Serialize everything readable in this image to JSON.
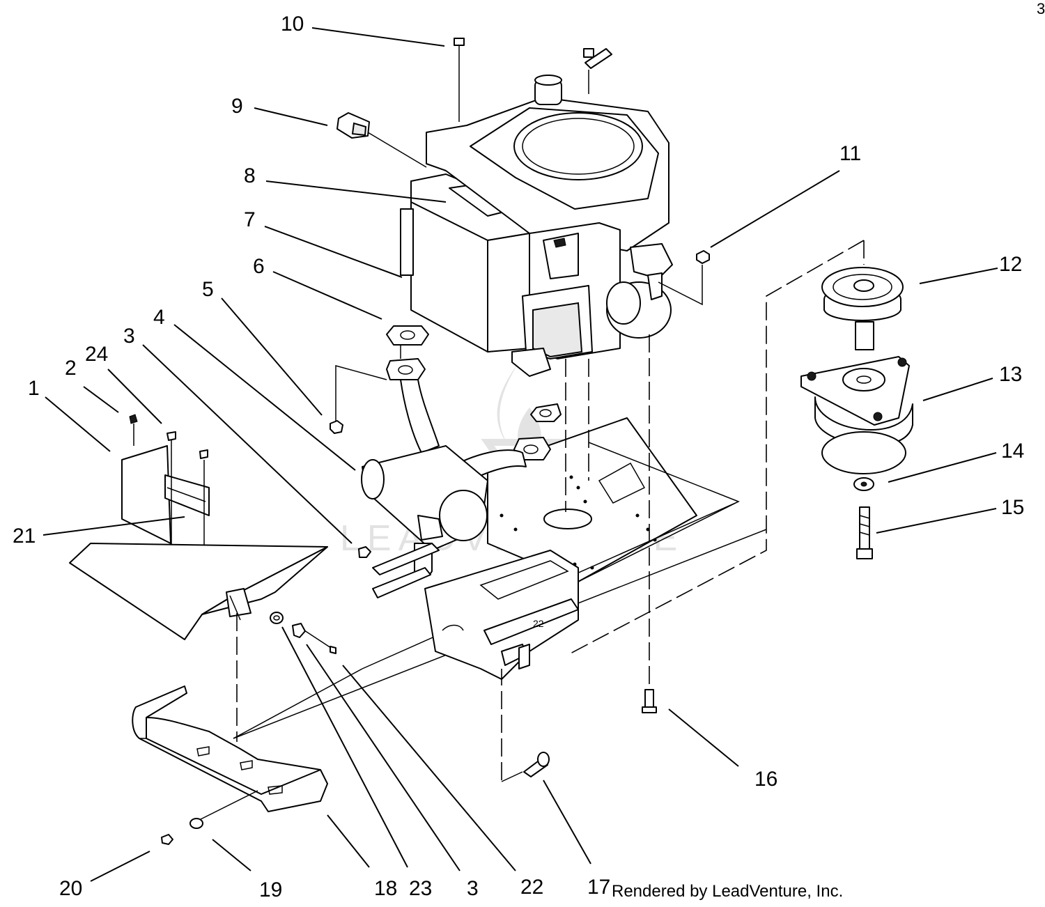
{
  "callouts": [
    {
      "id": "10",
      "label": "10"
    },
    {
      "id": "9",
      "label": "9"
    },
    {
      "id": "8",
      "label": "8"
    },
    {
      "id": "7",
      "label": "7"
    },
    {
      "id": "6",
      "label": "6"
    },
    {
      "id": "5",
      "label": "5"
    },
    {
      "id": "4",
      "label": "4"
    },
    {
      "id": "3a",
      "label": "3"
    },
    {
      "id": "24",
      "label": "24"
    },
    {
      "id": "2",
      "label": "2"
    },
    {
      "id": "1",
      "label": "1"
    },
    {
      "id": "21",
      "label": "21"
    },
    {
      "id": "11",
      "label": "11"
    },
    {
      "id": "12",
      "label": "12"
    },
    {
      "id": "13",
      "label": "13"
    },
    {
      "id": "14",
      "label": "14"
    },
    {
      "id": "15",
      "label": "15"
    },
    {
      "id": "16",
      "label": "16"
    },
    {
      "id": "17",
      "label": "17"
    },
    {
      "id": "22",
      "label": "22"
    },
    {
      "id": "3b",
      "label": "3"
    },
    {
      "id": "23",
      "label": "23"
    },
    {
      "id": "18",
      "label": "18"
    },
    {
      "id": "19",
      "label": "19"
    },
    {
      "id": "20",
      "label": "20"
    }
  ],
  "watermark": "LEADVENTURE",
  "credit": "Rendered by LeadVenture, Inc.",
  "corner_mark": "3"
}
